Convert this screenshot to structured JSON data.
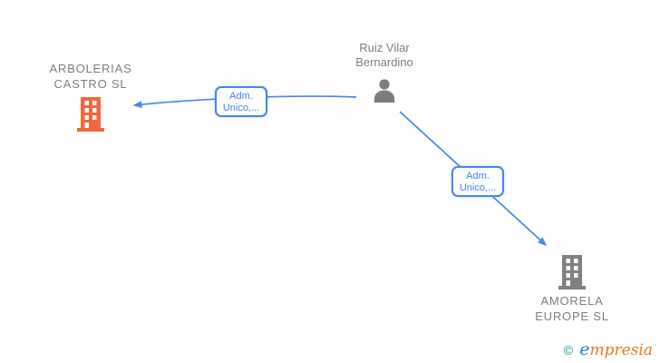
{
  "diagram": {
    "nodes": {
      "company_a": {
        "type": "company",
        "line1": "ARBOLERIAS",
        "line2": "CASTRO SL",
        "icon": "building-icon",
        "icon_color": "#f4673c",
        "text_color": "#7d7d7d"
      },
      "person": {
        "type": "person",
        "line1": "Ruiz Vilar",
        "line2": "Bernardino",
        "icon": "person-icon",
        "icon_color": "#7d7d7d",
        "text_color": "#7d7d7d"
      },
      "company_b": {
        "type": "company",
        "line1": "AMORELA",
        "line2": "EUROPE SL",
        "icon": "building-icon",
        "icon_color": "#808080",
        "text_color": "#7d7d7d"
      }
    },
    "edges": {
      "color": "#4a86e8",
      "items": [
        {
          "from": "person",
          "to": "company_a",
          "label_line1": "Adm.",
          "label_line2": "Unico,..."
        },
        {
          "from": "person",
          "to": "company_b",
          "label_line1": "Adm.",
          "label_line2": "Unico,..."
        }
      ]
    },
    "watermark": {
      "copyright": "©",
      "brand_e": "e",
      "brand_rest": "mpresia",
      "copyright_color": "#2e8e9e",
      "e_color": "#1e87c0",
      "rest_color": "#e87a1e"
    }
  }
}
